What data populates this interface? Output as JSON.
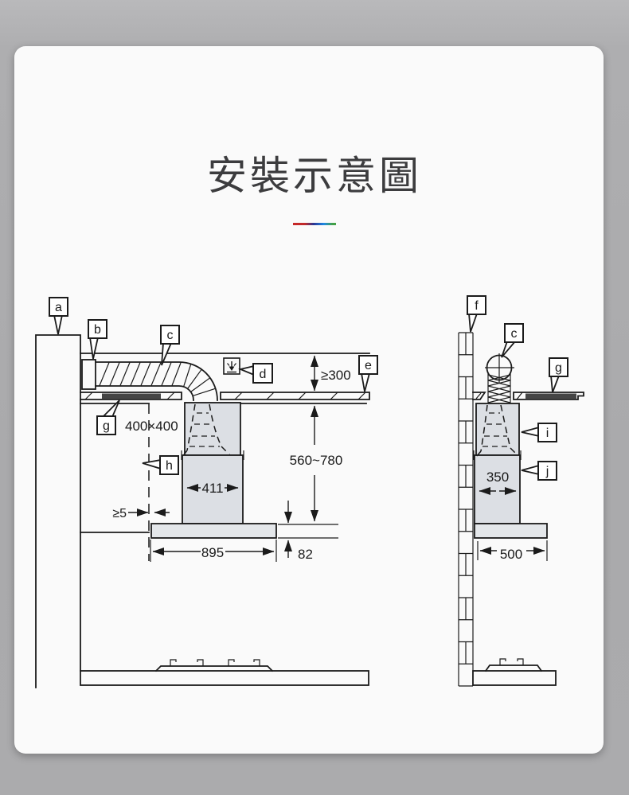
{
  "page": {
    "title": "安裝示意圖"
  },
  "front_view": {
    "callouts": {
      "a": "a",
      "b": "b",
      "c": "c",
      "d": "d",
      "e": "e",
      "g": "g",
      "h": "h"
    },
    "dims": {
      "ceiling_clearance": "≥300",
      "wall_opening": "400×400",
      "mount_height_range": "560~780",
      "chimney_width": "411",
      "side_clearance": "≥5",
      "hood_width": "895",
      "hood_height": "82"
    }
  },
  "side_view": {
    "callouts": {
      "f": "f",
      "c": "c",
      "g": "g",
      "i": "i",
      "j": "j"
    },
    "dims": {
      "chimney_depth": "350",
      "hood_depth": "500"
    }
  }
}
